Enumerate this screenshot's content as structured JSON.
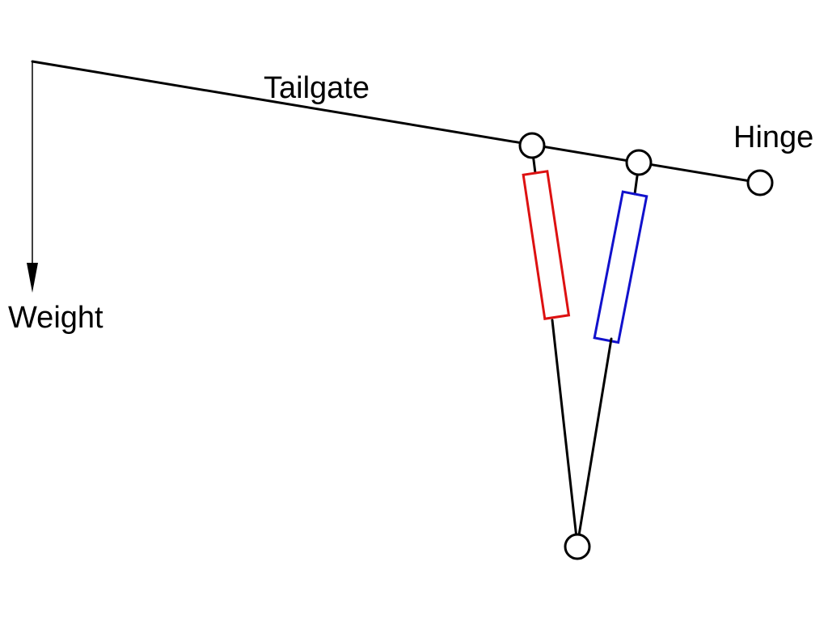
{
  "labels": {
    "tailgate": "Tailgate",
    "hinge": "Hinge",
    "weight": "Weight"
  },
  "colors": {
    "strut_front": "#dd1111",
    "strut_rear": "#1111cc",
    "line": "#000000"
  },
  "icons": {
    "weight_arrow": "arrow-down-icon",
    "pivot": "circle-pivot-icon"
  }
}
